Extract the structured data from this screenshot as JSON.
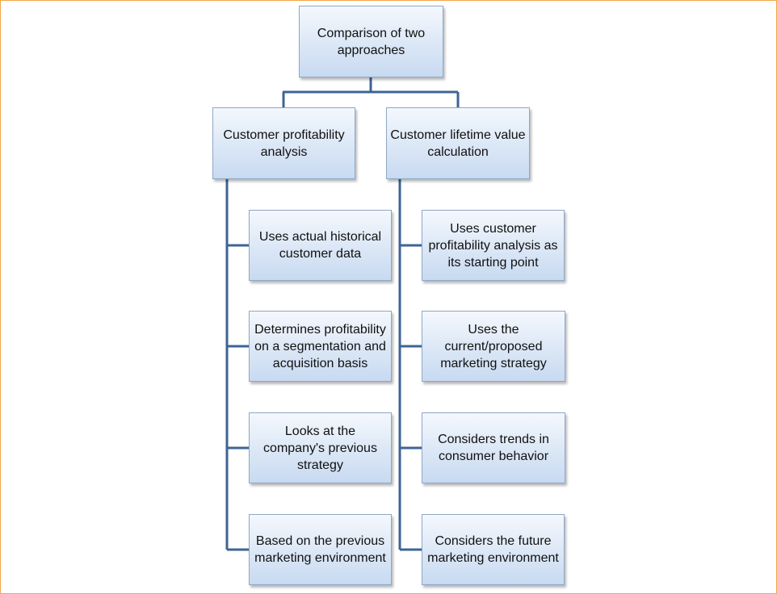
{
  "root": {
    "text": "Comparison of two approaches"
  },
  "branches": [
    {
      "title": "Customer profitability analysis",
      "items": [
        "Uses actual historical customer data",
        "Determines profitability on a segmentation and acquisition basis",
        "Looks at the company's previous strategy",
        "Based on the previous marketing environment"
      ]
    },
    {
      "title": "Customer lifetime value calculation",
      "items": [
        "Uses customer profitability analysis as its starting point",
        "Uses the current/proposed marketing strategy",
        "Considers trends in consumer behavior",
        "Considers the future marketing environment"
      ]
    }
  ],
  "colors": {
    "connector": "#3e6496",
    "box_border": "#8fa7c6",
    "frame": "#f2a64a"
  }
}
